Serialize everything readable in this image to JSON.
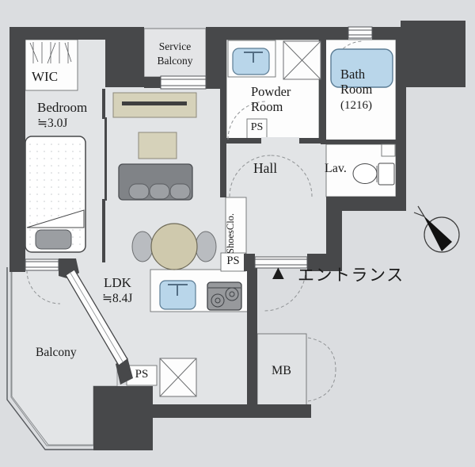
{
  "floorplan": {
    "rooms": {
      "wic": "WIC",
      "service_balcony": "Service Balcony",
      "bedroom": {
        "name": "Bedroom",
        "size": "≒3.0J"
      },
      "powder_room": "Powder Room",
      "bath_room": {
        "name": "Bath Room",
        "size": "(1216)"
      },
      "hall": "Hall",
      "lav": "Lav.",
      "shoes_closet": "ShoesClo.",
      "ldk": {
        "name": "LDK",
        "size": "≒8.4J"
      },
      "balcony": "Balcony",
      "meter_box": "MB",
      "ps": "PS"
    },
    "entrance": {
      "marker": "▲",
      "label": "エントランス"
    },
    "colors": {
      "background": "#dbdde0",
      "wall": "#47484a",
      "floor": "#e2e4e6",
      "room_white": "#fdfdfd",
      "fixture_blue": "#b9d6ea",
      "furniture_beige": "#d6d2ba",
      "sofa_gray": "#85888c"
    }
  }
}
